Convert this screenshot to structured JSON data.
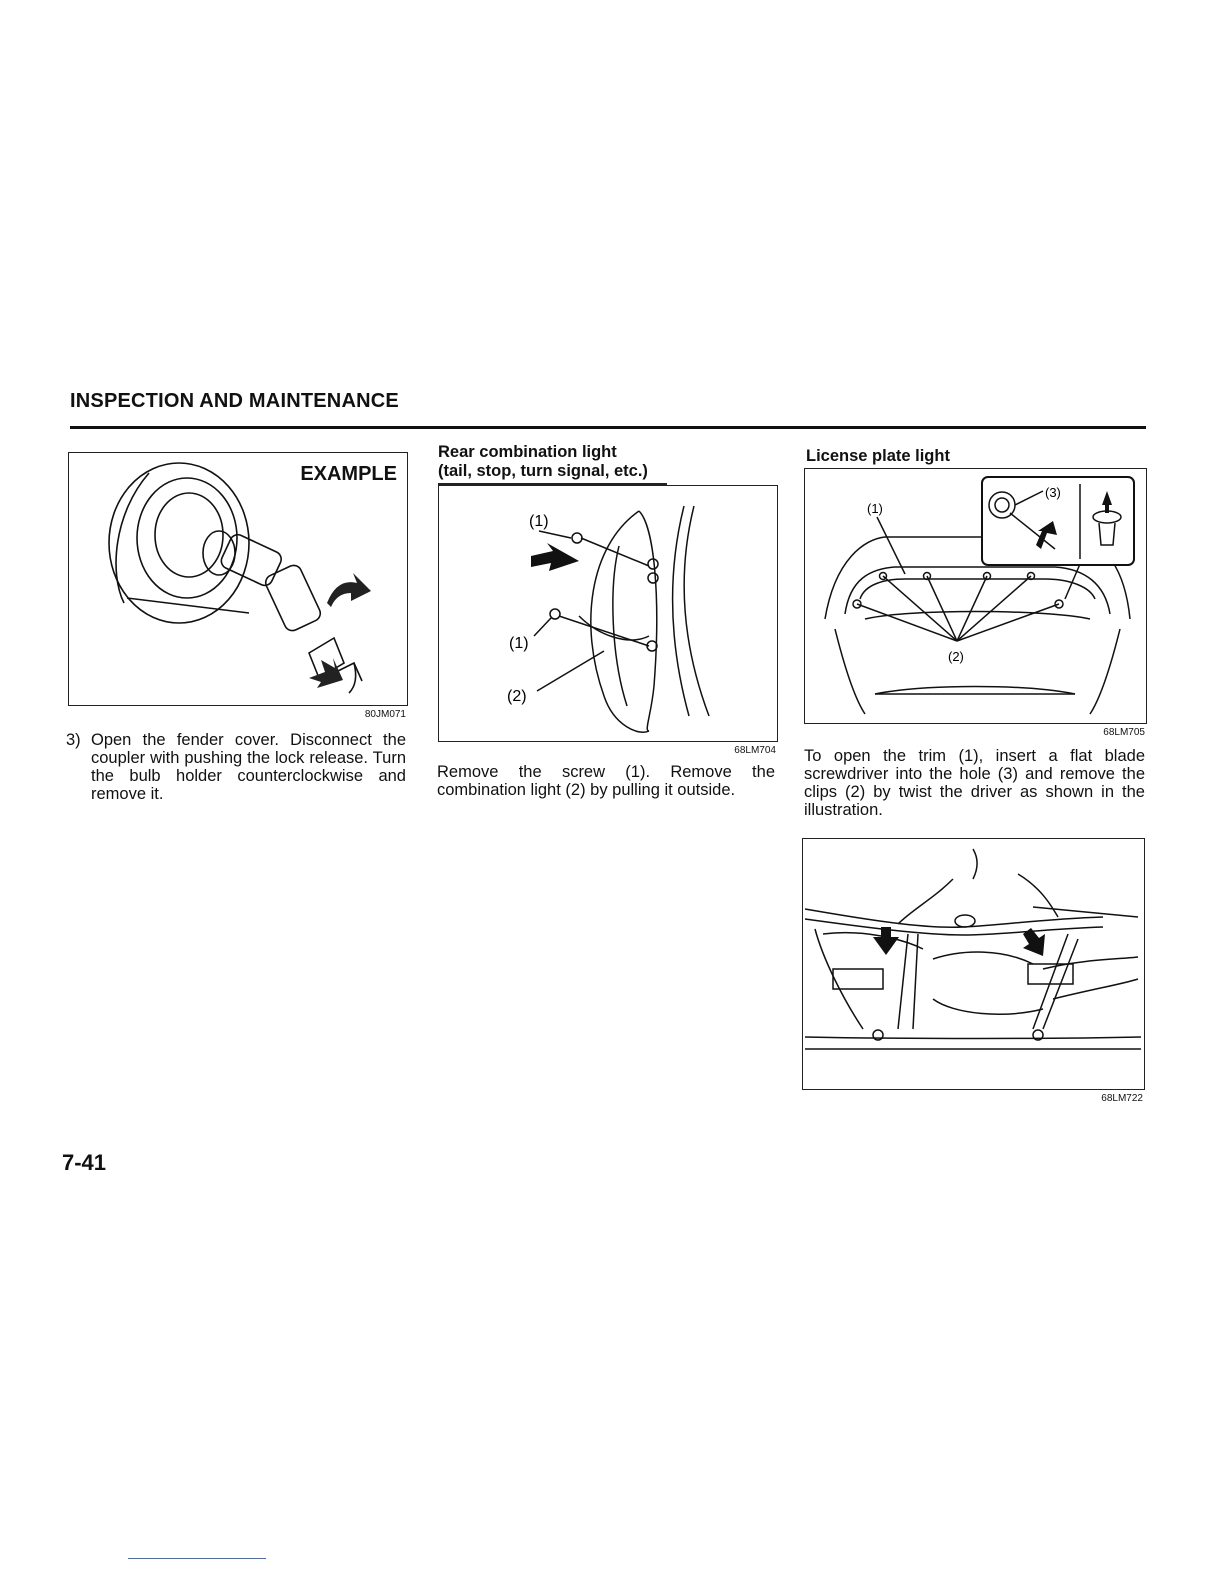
{
  "header": {
    "title": "INSPECTION AND MAINTENANCE"
  },
  "col1": {
    "figure": {
      "label": "EXAMPLE",
      "code": "80JM071"
    },
    "step": {
      "number": "3)",
      "text": "Open the fender cover. Disconnect the coupler with pushing the lock release. Turn the bulb holder counterclockwise and remove it."
    }
  },
  "col2": {
    "title_line1": "Rear combination light",
    "title_line2": "(tail, stop, turn signal, etc.)",
    "figure": {
      "code": "68LM704",
      "label_1a": "(1)",
      "label_1b": "(1)",
      "label_2": "(2)"
    },
    "text": "Remove the screw (1). Remove the combination light (2) by pulling it outside."
  },
  "col3": {
    "title": "License plate light",
    "figure1": {
      "code": "68LM705",
      "label_1": "(1)",
      "label_2": "(2)",
      "label_3": "(3)"
    },
    "text": "To open the trim (1), insert a flat blade screwdriver into the hole (3) and remove the clips (2) by twist the driver as shown in the illustration.",
    "figure2": {
      "code": "68LM722"
    }
  },
  "footer": {
    "page_number": "7-41"
  }
}
